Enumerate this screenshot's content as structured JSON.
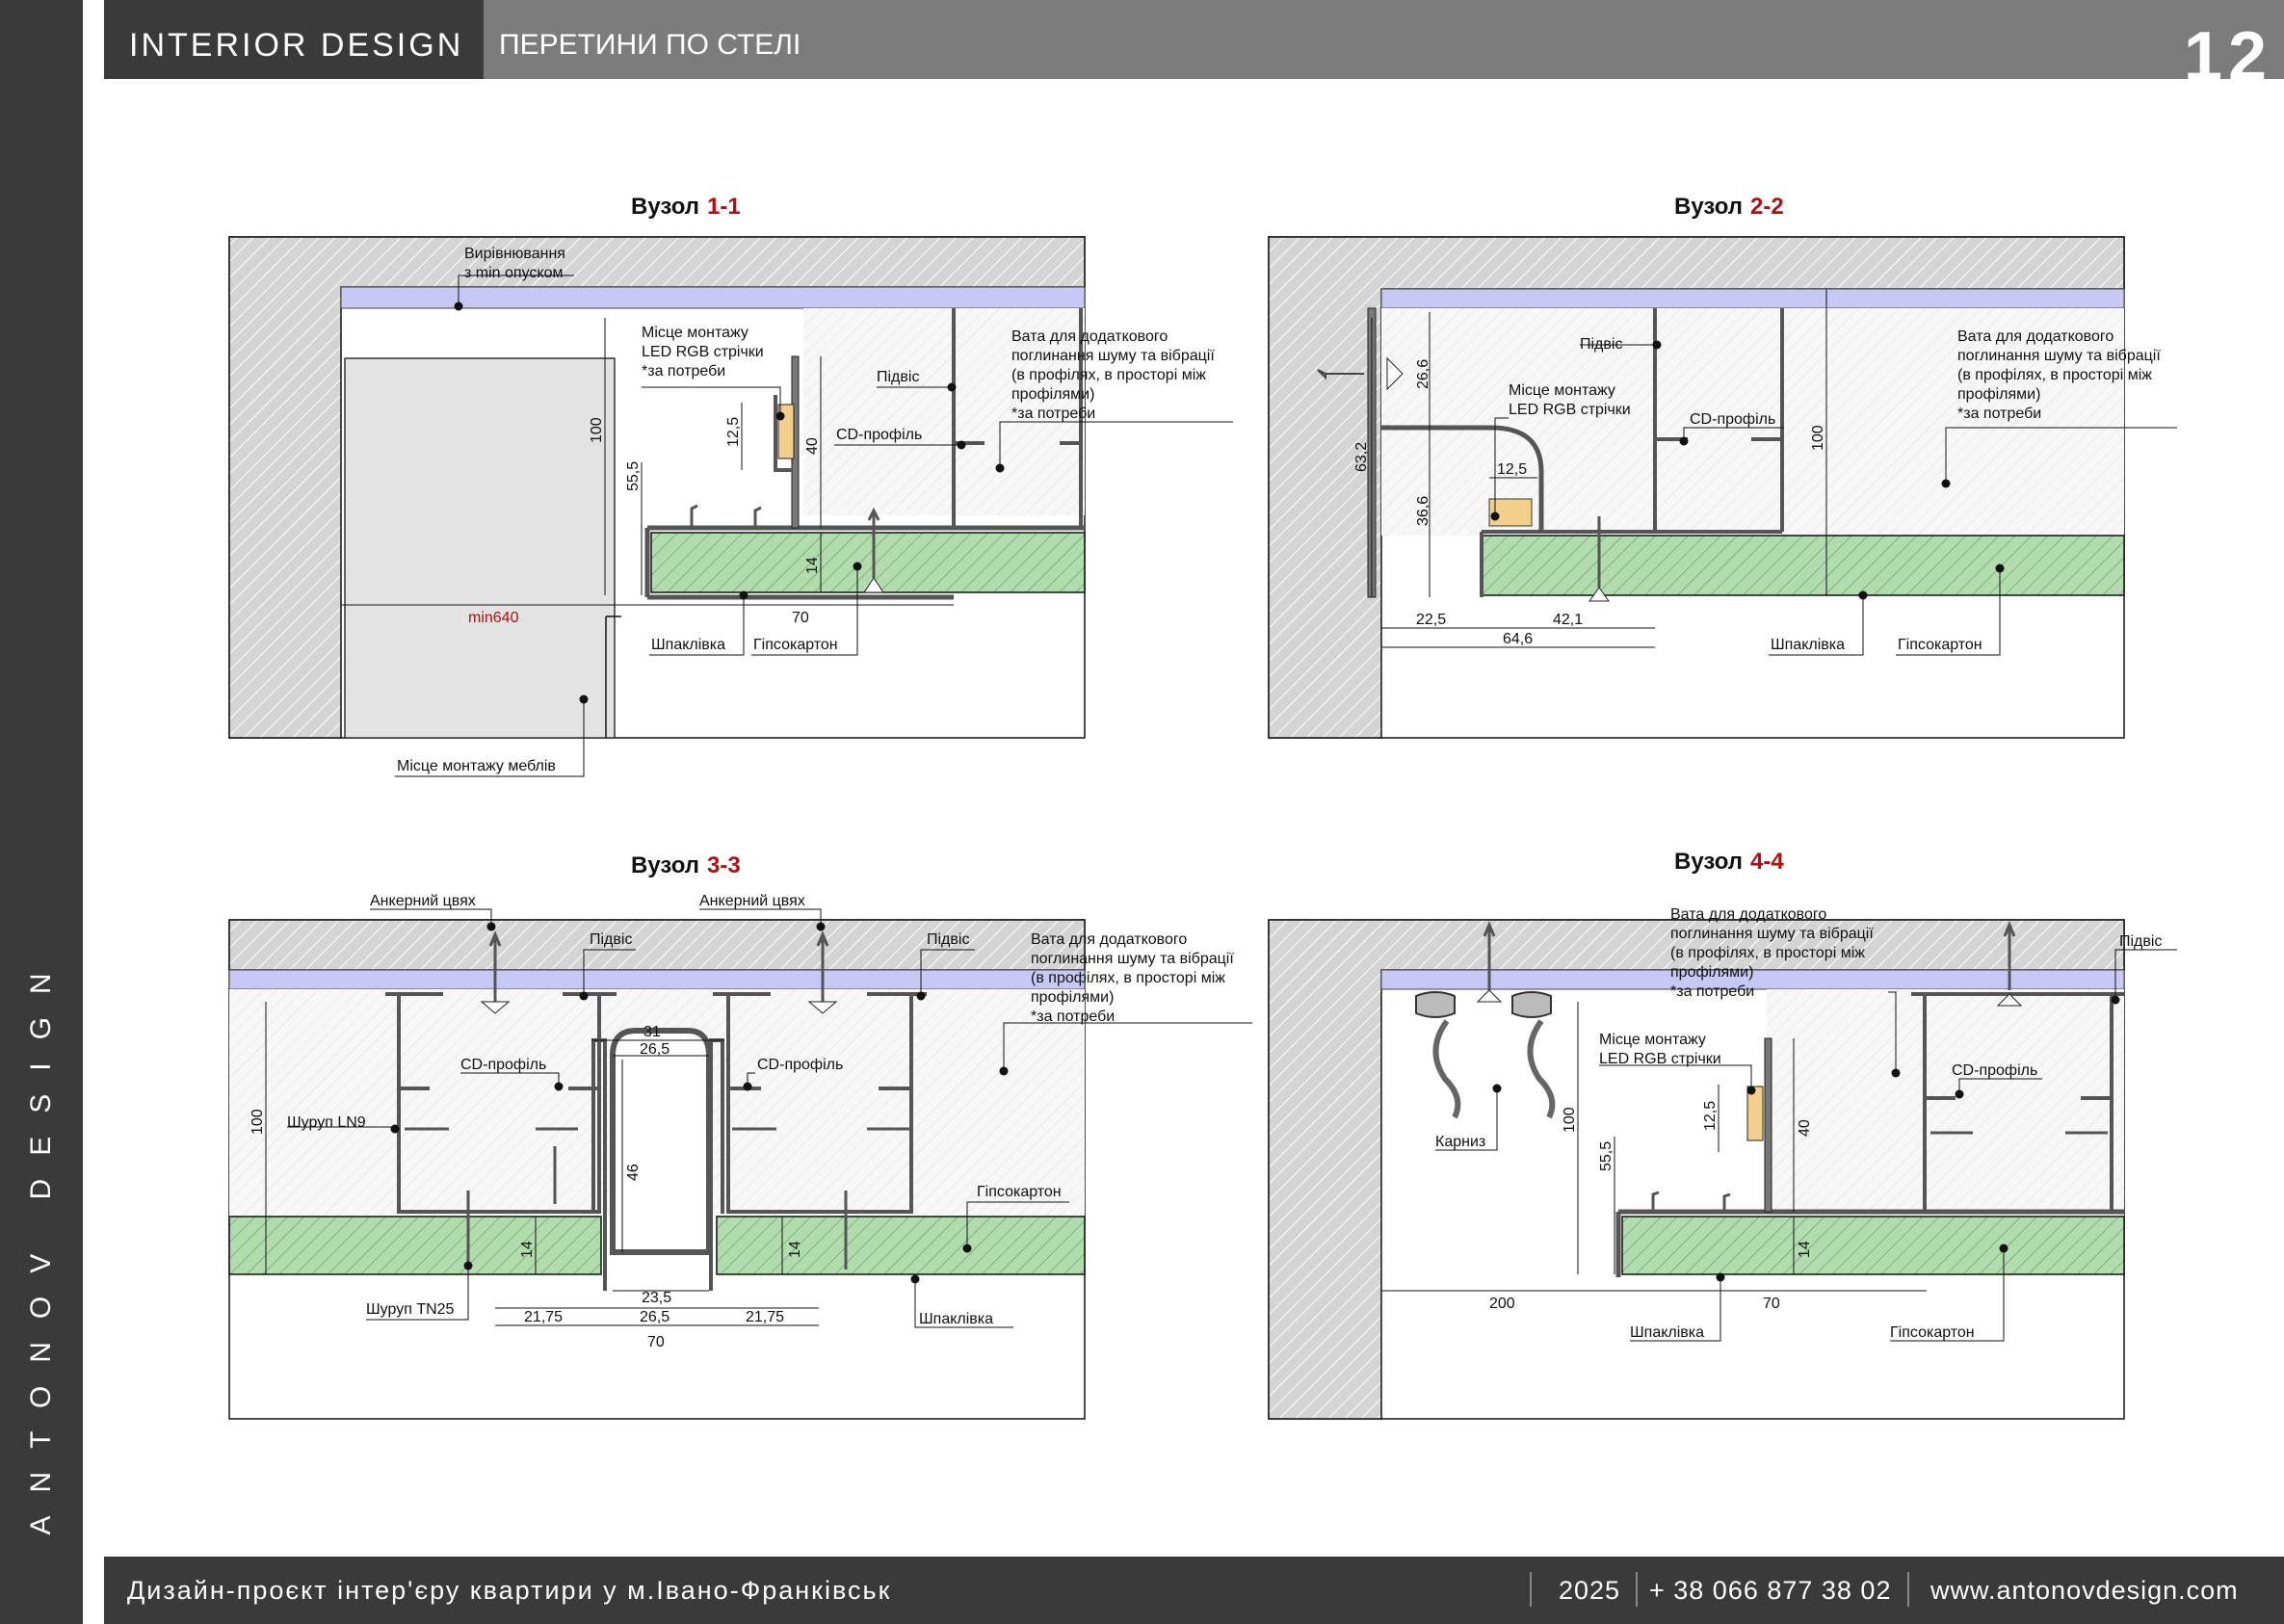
{
  "header": {
    "brand": "INTERIOR  DESIGN",
    "title": "ПЕРЕТИНИ ПО СТЕЛІ",
    "page_number": "12"
  },
  "sidebar": {
    "brand": "ANTONOV DESIGN"
  },
  "footer": {
    "project": "Дизайн-проєкт інтер'єру квартири у м.Івано-Франківськ",
    "year": "2025",
    "phone": "+ 38 066 877 38 02",
    "website": "www.antonovdesign.com"
  },
  "colors": {
    "dark": "#3a3a3a",
    "header_grey": "#7c7c7c",
    "concrete": "#d2d2d2",
    "leveling": "#c8c8f5",
    "drywall": "#b2dcae",
    "led": "#f3cf8c",
    "accent_red": "#b01010"
  },
  "nodes": {
    "n11": {
      "title": "Вузол",
      "num": "1-1",
      "labels": {
        "leveling1": "Вирівнювання",
        "leveling2": "з min опуском",
        "led1": "Місце монтажу",
        "led2": "LED RGB стрічки",
        "led3": "*за потреби",
        "hanger": "Підвіс",
        "cd": "CD-профіль",
        "wool1": "Вата для додаткового",
        "wool2": "поглинання шуму та вібрації",
        "wool3": "(в профілях, в просторі між",
        "wool4": "профілями)",
        "wool5": "*за потреби",
        "putty": "Шпаклівка",
        "drywall": "Гіпсокартон",
        "furniture": "Місце монтажу меблів"
      },
      "dims": {
        "d100": "100",
        "d555": "55,5",
        "d125": "12,5",
        "d40": "40",
        "d14": "14",
        "d70": "70",
        "min640": "min640"
      }
    },
    "n22": {
      "title": "Вузол",
      "num": "2-2",
      "labels": {
        "hanger": "Підвіс",
        "led1": "Місце монтажу",
        "led2": "LED RGB стрічки",
        "cd": "CD-профіль",
        "wool1": "Вата для додаткового",
        "wool2": "поглинання шуму та вібрації",
        "wool3": "(в профілях, в просторі між",
        "wool4": "профілями)",
        "wool5": "*за потреби",
        "putty": "Шпаклівка",
        "drywall": "Гіпсокартон"
      },
      "dims": {
        "d266": "26,6",
        "d632": "63,2",
        "d366": "36,6",
        "d125": "12,5",
        "d100": "100",
        "d225": "22,5",
        "d421": "42,1",
        "d646": "64,6"
      }
    },
    "n33": {
      "title": "Вузол",
      "num": "3-3",
      "labels": {
        "anchor_l": "Анкерний цвях",
        "anchor_r": "Анкерний цвях",
        "hanger_l": "Підвіс",
        "hanger_r": "Підвіс",
        "wool1": "Вата для додаткового",
        "wool2": "поглинання шуму та вібрації",
        "wool3": "(в профілях, в просторі між",
        "wool4": "профілями)",
        "wool5": "*за потреби",
        "cd_l": "CD-профіль",
        "cd_r": "CD-профіль",
        "screw_ln9": "Шуруп LN9",
        "screw_tn25": "Шуруп TN25",
        "drywall": "Гіпсокартон",
        "putty": "Шпаклівка"
      },
      "dims": {
        "d100": "100",
        "d31": "31",
        "d265a": "26,5",
        "d46": "46",
        "d14l": "14",
        "d14r": "14",
        "d235": "23,5",
        "d2175l": "21,75",
        "d265b": "26,5",
        "d2175r": "21,75",
        "d70": "70"
      }
    },
    "n44": {
      "title": "Вузол",
      "num": "4-4",
      "labels": {
        "wool1": "Вата для додаткового",
        "wool2": "поглинання шуму та вібрації",
        "wool3": "(в профілях, в просторі між",
        "wool4": "профілями)",
        "wool5": "*за потреби",
        "hanger": "Підвіс",
        "led1": "Місце монтажу",
        "led2": "LED RGB стрічки",
        "cd": "CD-профіль",
        "cornice": "Карниз",
        "putty": "Шпаклівка",
        "drywall": "Гіпсокартон"
      },
      "dims": {
        "d100": "100",
        "d555": "55,5",
        "d125": "12,5",
        "d40": "40",
        "d14": "14",
        "d200": "200",
        "d70": "70"
      }
    }
  }
}
